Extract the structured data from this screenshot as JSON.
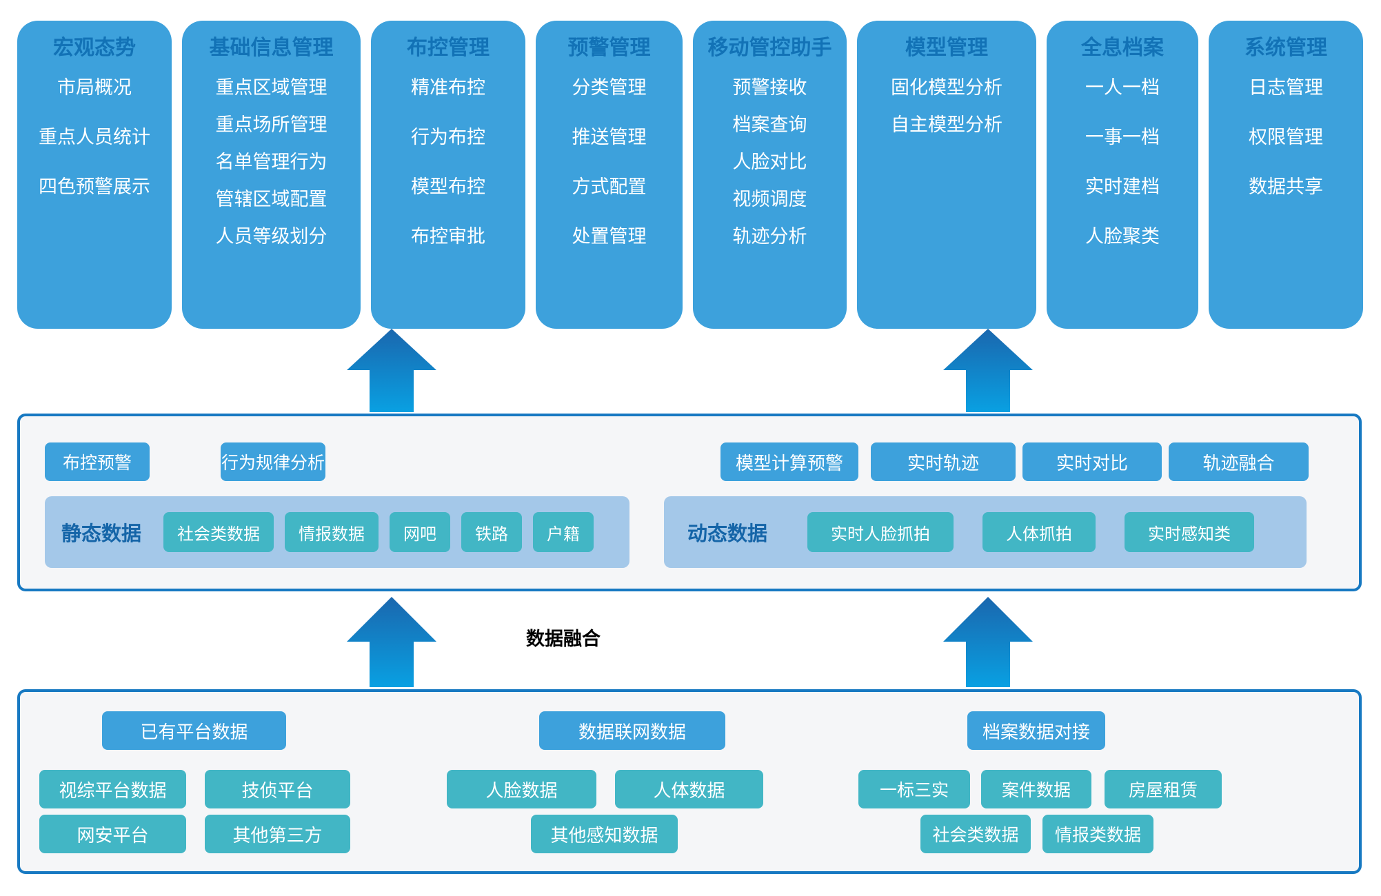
{
  "colors": {
    "module_blue": "#3da1dc",
    "module_title_blue": "#1272b6",
    "teal_chip": "#42b6c5",
    "band_light_blue": "#a4c8e9",
    "band_label_blue": "#1565a8",
    "panel_background": "#f5f6f8",
    "panel_border_blue": "#1779c2",
    "arrow_gradient_top": "#1a67ae",
    "arrow_gradient_bottom": "#09a0e2"
  },
  "modules": [
    {
      "title": "宏观态势",
      "items": [
        "市局概况",
        "重点人员统计",
        "四色预警展示"
      ]
    },
    {
      "title": "基础信息管理",
      "items": [
        "重点区域管理",
        "重点场所管理",
        "名单管理行为",
        "管辖区域配置",
        "人员等级划分"
      ]
    },
    {
      "title": "布控管理",
      "items": [
        "精准布控",
        "行为布控",
        "模型布控",
        "布控审批"
      ]
    },
    {
      "title": "预警管理",
      "items": [
        "分类管理",
        "推送管理",
        "方式配置",
        "处置管理"
      ]
    },
    {
      "title": "移动管控助手",
      "items": [
        "预警接收",
        "档案查询",
        "人脸对比",
        "视频调度",
        "轨迹分析"
      ]
    },
    {
      "title": "模型管理",
      "items": [
        "固化模型分析",
        "自主模型分析"
      ]
    },
    {
      "title": "全息档案",
      "items": [
        "一人一档",
        "一事一档",
        "实时建档",
        "人脸聚类"
      ]
    },
    {
      "title": "系统管理",
      "items": [
        "日志管理",
        "权限管理",
        "数据共享"
      ]
    }
  ],
  "analysis_layer": {
    "left_functions": [
      "布控预警",
      "行为规律分析"
    ],
    "right_functions": [
      "模型计算预警",
      "实时轨迹",
      "实时对比",
      "轨迹融合"
    ],
    "static_band": {
      "label": "静态数据",
      "chips": [
        "社会类数据",
        "情报数据",
        "网吧",
        "铁路",
        "户籍"
      ]
    },
    "dynamic_band": {
      "label": "动态数据",
      "chips": [
        "实时人脸抓拍",
        "人体抓拍",
        "实时感知类"
      ]
    }
  },
  "fusion_label": "数据融合",
  "source_layer": {
    "groups": [
      {
        "header": "已有平台数据",
        "chips": [
          "视综平台数据",
          "技侦平台",
          "网安平台",
          "其他第三方"
        ]
      },
      {
        "header": "数据联网数据",
        "chips": [
          "人脸数据",
          "人体数据",
          "其他感知数据"
        ]
      },
      {
        "header": "档案数据对接",
        "chips": [
          "一标三实",
          "案件数据",
          "房屋租赁",
          "社会类数据",
          "情报类数据"
        ]
      }
    ]
  }
}
